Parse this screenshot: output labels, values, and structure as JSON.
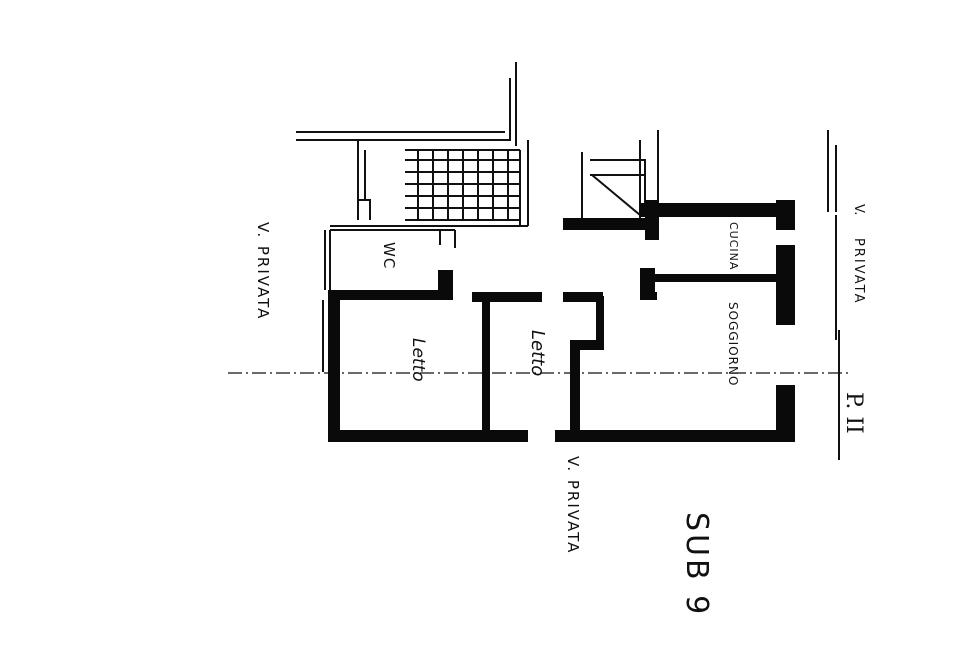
{
  "labels": {
    "street_left": "V. PRIVATA",
    "street_bottom": "V. PRIVATA",
    "street_right": "PRIVATA",
    "street_right_prefix": "V.",
    "wc": "WC",
    "room_1": "Letto",
    "room_2": "Letto",
    "kitchen": "CUCINA",
    "living": "SOGGIORNO",
    "floor": "P. II",
    "sub": "SUB 9"
  }
}
